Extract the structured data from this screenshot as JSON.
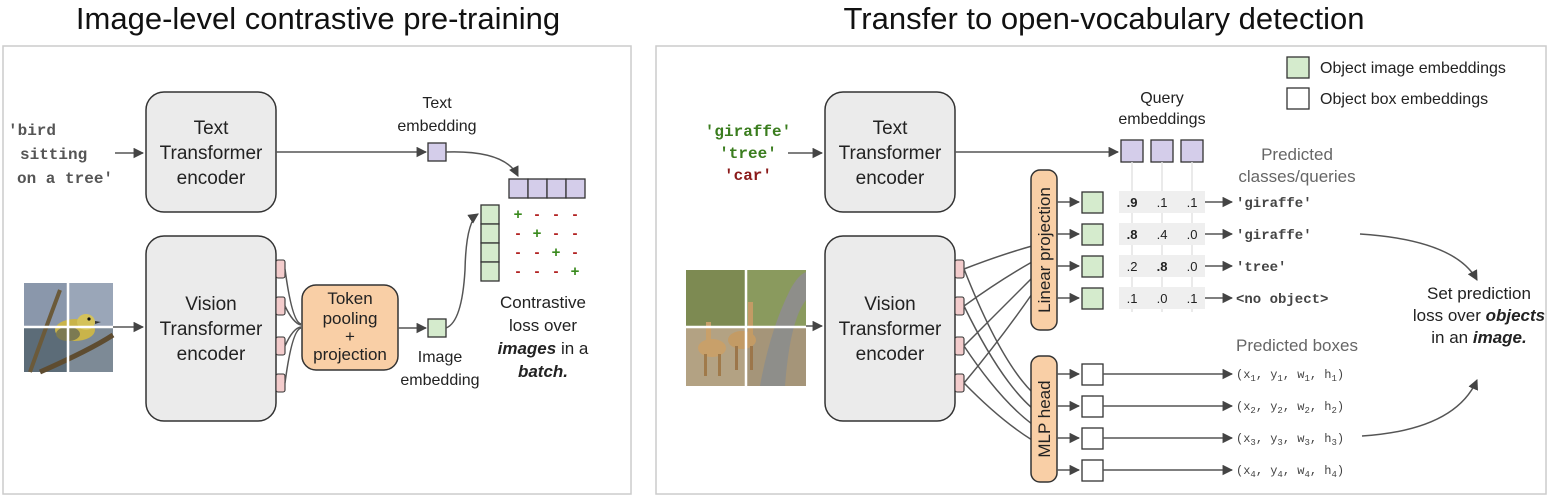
{
  "left_panel": {
    "title": "Image-level contrastive pre-training",
    "input_text": [
      "'bird",
      "sitting",
      "on a tree'"
    ],
    "text_encoder": [
      "Text",
      "Transformer",
      "encoder"
    ],
    "vision_encoder": [
      "Vision",
      "Transformer",
      "encoder"
    ],
    "pooling": [
      "Token",
      "pooling",
      "+",
      "projection"
    ],
    "text_embedding_label": [
      "Text",
      "embedding"
    ],
    "image_embedding_label": [
      "Image",
      "embedding"
    ],
    "matrix_signs": [
      [
        "+",
        "-",
        "-",
        "-"
      ],
      [
        "-",
        "+",
        "-",
        "-"
      ],
      [
        "-",
        "-",
        "+",
        "-"
      ],
      [
        "-",
        "-",
        "-",
        "+"
      ]
    ],
    "loss_text": {
      "line1": "Contrastive",
      "line2": "loss over",
      "line3_em": "images",
      "line3_rest": " in a",
      "line4_em": "batch."
    }
  },
  "right_panel": {
    "title": "Transfer to open-vocabulary detection",
    "queries": [
      {
        "text": "'giraffe'",
        "color": "#3a7d1e"
      },
      {
        "text": "'tree'",
        "color": "#3a7d1e"
      },
      {
        "text": "'car'",
        "color": "#8b1a1a"
      }
    ],
    "text_encoder": [
      "Text",
      "Transformer",
      "encoder"
    ],
    "vision_encoder": [
      "Vision",
      "Transformer",
      "encoder"
    ],
    "linear_projection": "Linear projection",
    "mlp_head": "MLP head",
    "query_embeddings_label": [
      "Query",
      "embeddings"
    ],
    "predicted_classes_label": [
      "Predicted",
      "classes/queries"
    ],
    "predicted_boxes_label": "Predicted boxes",
    "legend": {
      "object_image": "Object image embeddings",
      "object_box": "Object box embeddings"
    },
    "score_rows": [
      {
        "scores": [
          ".9",
          ".1",
          ".1"
        ],
        "bold": 0,
        "label": "'giraffe'"
      },
      {
        "scores": [
          ".8",
          ".4",
          ".0"
        ],
        "bold": 0,
        "label": "'giraffe'"
      },
      {
        "scores": [
          ".2",
          ".8",
          ".0"
        ],
        "bold": 1,
        "label": "'tree'"
      },
      {
        "scores": [
          ".1",
          ".0",
          ".1"
        ],
        "bold": -1,
        "label": "<no object>"
      }
    ],
    "boxes": [
      {
        "pre": "(x",
        "s": "1",
        "a": ", y",
        "b": ", w",
        "c": ", h",
        "end": ")"
      },
      {
        "pre": "(x",
        "s": "2",
        "a": ", y",
        "b": ", w",
        "c": ", h",
        "end": ")"
      },
      {
        "pre": "(x",
        "s": "3",
        "a": ", y",
        "b": ", w",
        "c": ", h",
        "end": ")"
      },
      {
        "pre": "(x",
        "s": "4",
        "a": ", y",
        "b": ", w",
        "c": ", h",
        "end": ")"
      }
    ],
    "set_loss": {
      "line1": "Set prediction",
      "line2_rest": "loss over ",
      "line2_em": "objects",
      "line3_rest": "in an ",
      "line3_em": "image."
    }
  }
}
